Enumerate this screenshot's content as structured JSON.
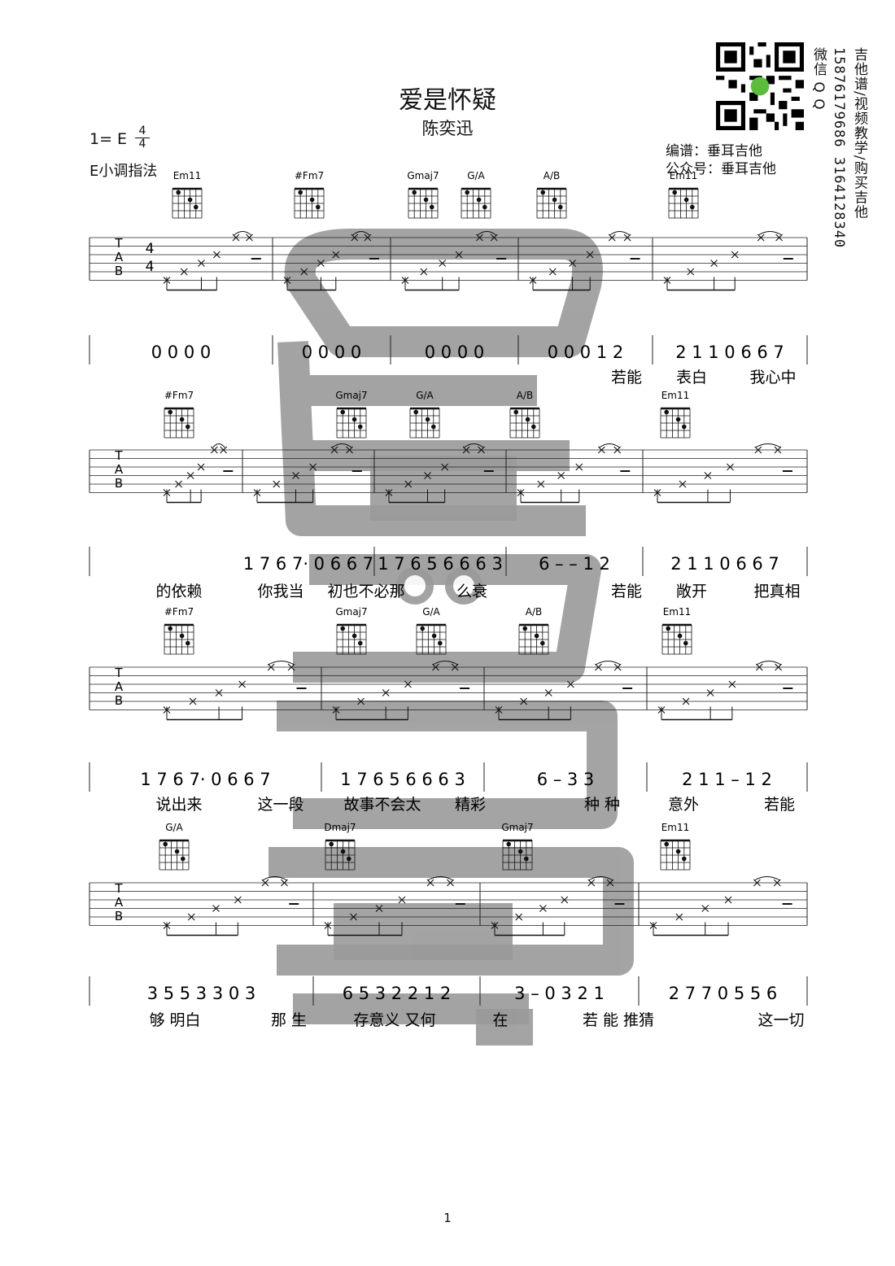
{
  "song": {
    "title": "爱是怀疑",
    "artist": "陈奕迅",
    "key_label": "1= E",
    "time_top": "4",
    "time_bottom": "4",
    "style_label": "E小调指法",
    "arranger": "编谱：垂耳吉他",
    "account": "公众号：垂耳吉他"
  },
  "sidebar": {
    "labels": "微信 Q Q",
    "numbers": "15876179686 3164128340",
    "promo": "吉他谱/视频教学/购买吉他"
  },
  "systems": [
    {
      "chords": [
        "Em11",
        "#Fm7",
        "Gmaj7",
        "G/A",
        "A/B",
        "Em11"
      ],
      "measures": [
        "0 0 0 0",
        "0 0 0 0",
        "0 0 0 0",
        "0 0 0 1 2",
        "2 1 1  0 6 6 7"
      ],
      "lyrics": [
        "若能",
        "表白",
        "我心中"
      ]
    },
    {
      "chords": [
        "#Fm7",
        "Gmaj7",
        "G/A",
        "A/B",
        "Em11"
      ],
      "measures": [
        "1 7 6 7· 0 6 6 7",
        "1 7 6 5 6  6 6 3",
        "6 – – 1 2",
        "2 1 1  0 6 6 7"
      ],
      "lyrics": [
        "的依赖",
        "你我当",
        "初也不必那",
        "么衰",
        "若能",
        "敞开",
        "把真相"
      ]
    },
    {
      "chords": [
        "#Fm7",
        "Gmaj7",
        "G/A",
        "A/B",
        "Em11"
      ],
      "measures": [
        "1 7 6 7· 0 6 6 7",
        "1 7 6 5 6  6 6 3",
        "6 – 3 3",
        "2 1 1 – 1 2"
      ],
      "lyrics": [
        "说出来",
        "这一段",
        "故事不会太",
        "精彩",
        "种 种",
        "意外",
        "若能"
      ]
    },
    {
      "chords": [
        "G/A",
        "Dmaj7",
        "Gmaj7",
        "Em11"
      ],
      "measures": [
        "3  5 5 3 3  0 3",
        "6  5 3 2 2 1 2",
        "3 – 0 3 2 1",
        "2 7 7  0 5 5 6"
      ],
      "lyrics": [
        "够  明白",
        "那 生",
        "存意义  又何",
        "在",
        "若 能 推猜",
        "这一切"
      ]
    }
  ],
  "page_number": "1"
}
